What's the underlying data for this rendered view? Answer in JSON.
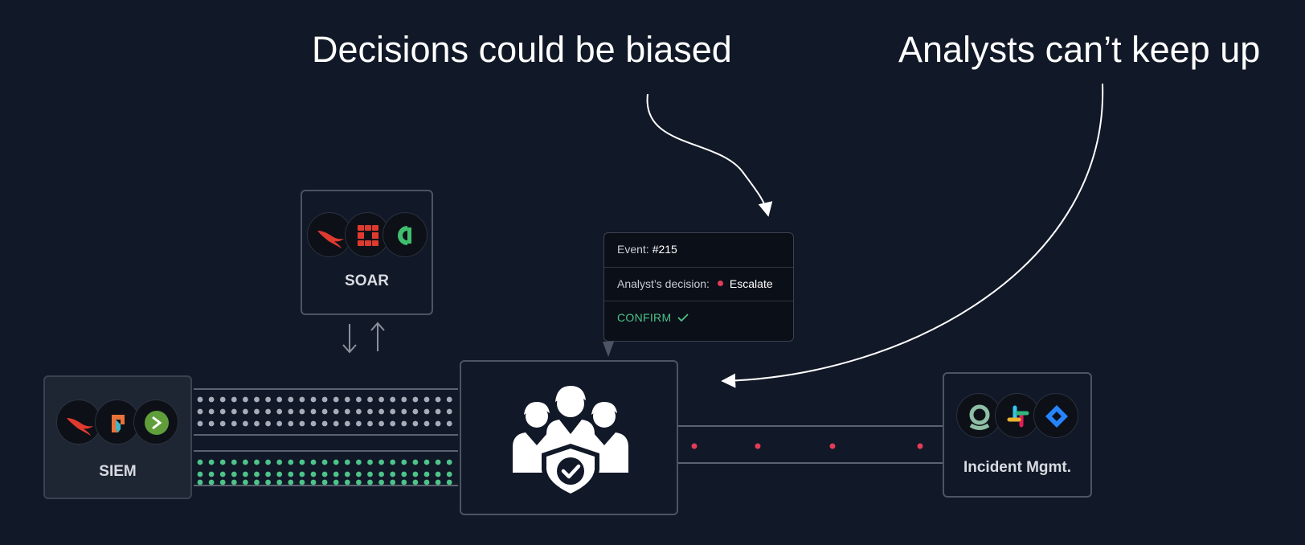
{
  "headlines": {
    "left": "Decisions could be biased",
    "right": "Analysts can’t keep up"
  },
  "soar": {
    "label": "SOAR",
    "logos": [
      "crowdstrike-falcon-icon",
      "fortinet-icon",
      "cortex-icon"
    ]
  },
  "siem": {
    "label": "SIEM",
    "logos": [
      "crowdstrike-falcon-icon",
      "logrhythm-icon",
      "rapid7-icon"
    ]
  },
  "incident": {
    "label": "Incident Mgmt.",
    "logos": [
      "opsgenie-icon",
      "slack-icon",
      "jira-icon"
    ]
  },
  "center": {
    "icon": "analyst-team-shield-icon"
  },
  "popup": {
    "event_label": "Event:",
    "event_value": "#215",
    "decision_label": "Analyst’s decision:",
    "decision_value": "Escalate",
    "confirm_label": "CONFIRM",
    "confirm_icon": "checkmark-icon"
  },
  "colors": {
    "background": "#111827",
    "border": "#4b5563",
    "gray_dot": "#a7adb8",
    "green_dot": "#4ec38a",
    "red_dot": "#e23d57",
    "confirm_green": "#4ec38a"
  }
}
